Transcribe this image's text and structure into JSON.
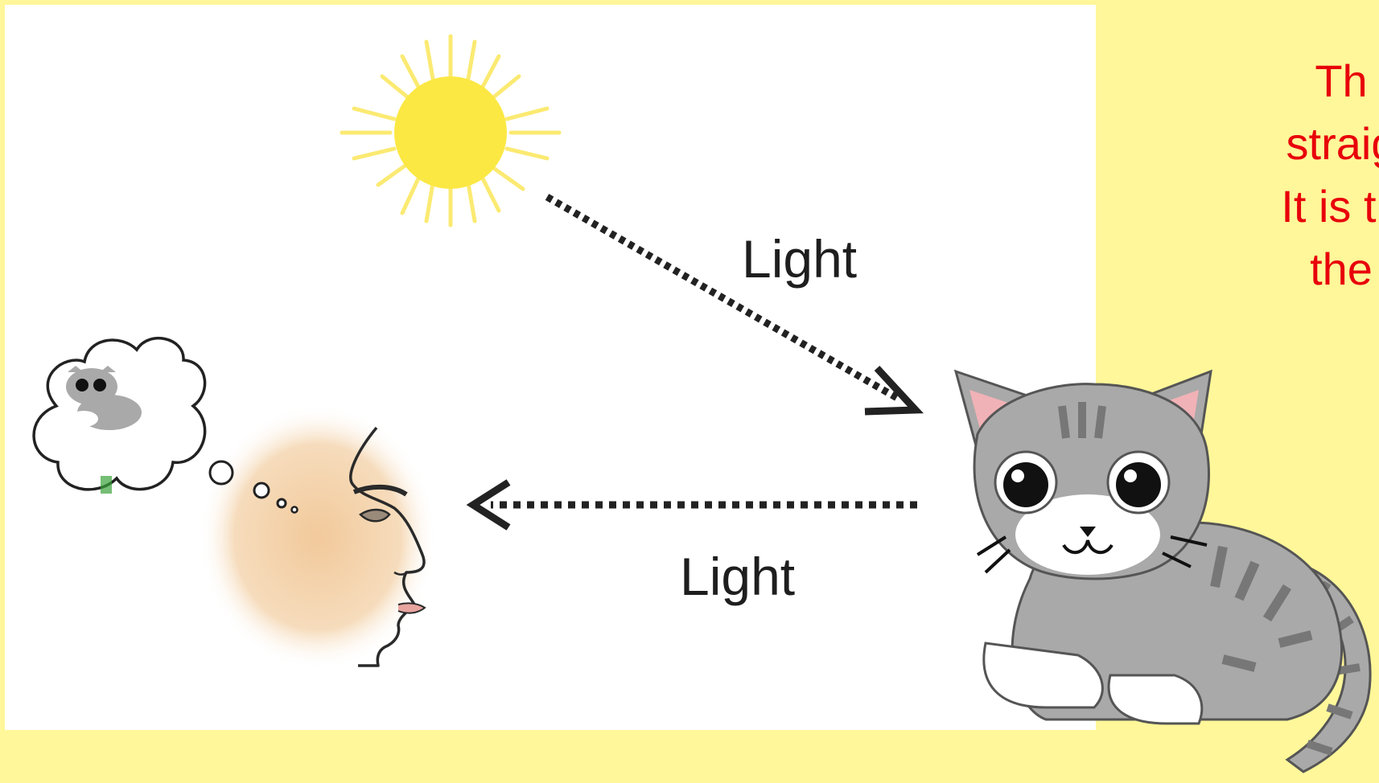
{
  "diagram": {
    "label_top": "Light",
    "label_bottom": "Light"
  },
  "caption": {
    "lines": [
      "Th",
      "straig",
      "It is th",
      "the"
    ]
  },
  "colors": {
    "background": "#fff799",
    "caption_text": "#e8000b",
    "sun": "#fbe843",
    "skin": "#f3cfa3",
    "cat_grey": "#a9a9a9",
    "cat_ear_inner": "#f0b2b6"
  },
  "icons": [
    "sun-icon",
    "cat-icon",
    "thought-bubble-icon",
    "face-icon",
    "arrow-icon"
  ]
}
